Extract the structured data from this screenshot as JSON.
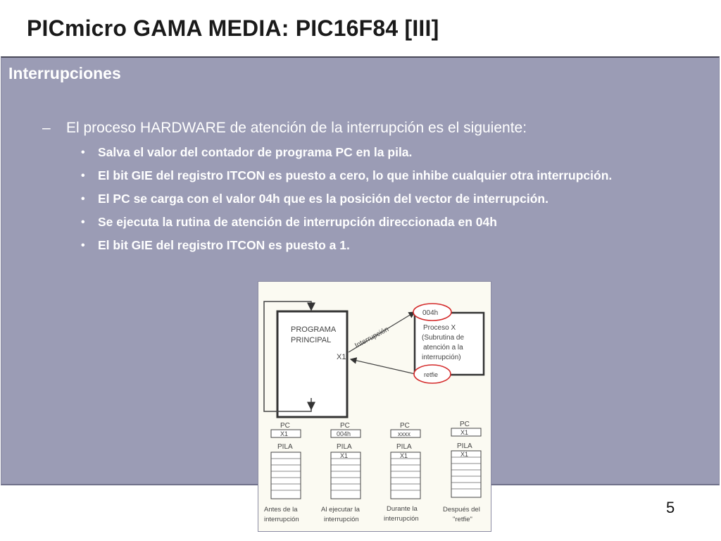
{
  "slide": {
    "title": "PICmicro GAMA MEDIA: PIC16F84 [III]",
    "section_heading": "Interrupciones",
    "sub_item": {
      "bullet": "–",
      "text": "El proceso HARDWARE de atención de la interrupción es el siguiente:"
    },
    "bullets": [
      "Salva el valor del contador de programa PC en la pila.",
      "El bit GIE del registro ITCON es puesto a cero, lo que inhibe cualquier otra interrupción.",
      "El PC se carga con el valor 04h que es la posición del vector de interrupción.",
      "Se ejecuta la rutina de atención de interrupción direccionada en 04h",
      "El bit GIE del registro ITCON es puesto a 1."
    ],
    "bullet_symbol": "•",
    "page_number": "5"
  },
  "diagram": {
    "main_program_label": [
      "PROGRAMA",
      "PRINCIPAL"
    ],
    "x1_label": "X1",
    "interrupt_label": "Interrupción",
    "vector_label": "004h",
    "subroutine_label": [
      "Proceso X",
      "(Subrutina de",
      "atención a la",
      "interrupción)"
    ],
    "retfie_label": "retfie",
    "pc_label": "PC",
    "stack_label": "PILA",
    "stages": [
      {
        "pc": "X1",
        "stack_top": "",
        "caption": [
          "Antes de la",
          "interrupción"
        ]
      },
      {
        "pc": "004h",
        "stack_top": "X1",
        "caption": [
          "Al ejecutar la",
          "interrupción"
        ]
      },
      {
        "pc": "xxxx",
        "stack_top": "X1",
        "caption": [
          "Durante la",
          "interrupción"
        ]
      },
      {
        "pc": "X1",
        "stack_top": "X1",
        "caption": [
          "Después del",
          "\"retfie\""
        ]
      }
    ],
    "colors": {
      "highlight_circle": "#d42a2a",
      "line": "#333333",
      "text": "#444444"
    }
  }
}
